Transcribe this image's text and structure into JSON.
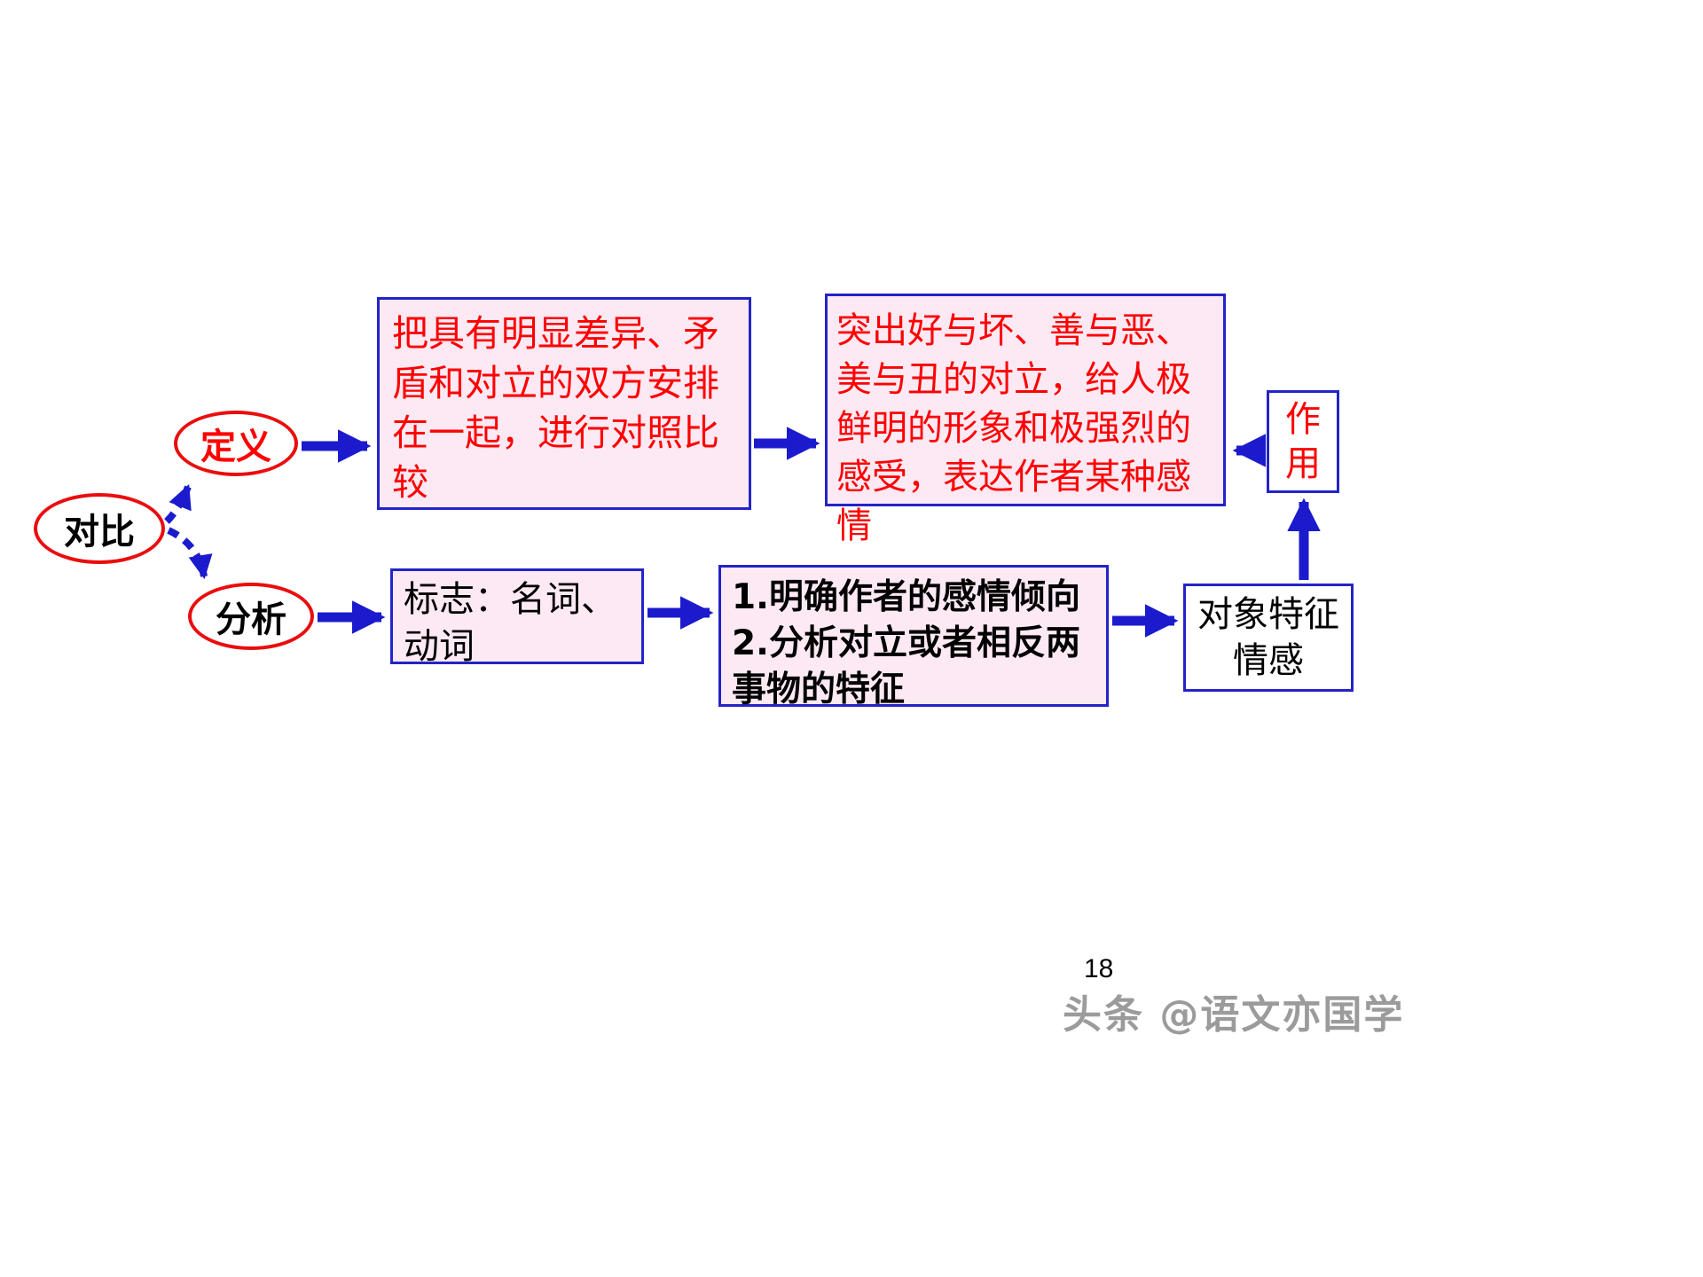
{
  "colors": {
    "box_fill": "#fce9f3",
    "box_border": "#2323c8",
    "arrow_blue": "#1b1bcd",
    "ellipse_border": "#ea0d0d",
    "red_text": "#fe0000",
    "black_text": "#000000",
    "watermark_gray": "#9b9b9b"
  },
  "nodes": {
    "root": {
      "label": "对比"
    },
    "definition": {
      "label": "定义"
    },
    "analysis": {
      "label": "分析"
    }
  },
  "boxes": {
    "definition_desc": {
      "text": "把具有明显差异、矛盾和对立的双方安排在一起，进行对照比较"
    },
    "effect_desc": {
      "text": "突出好与坏、善与恶、美与丑的对立，给人极鲜明的形象和极强烈的感受，表达作者某种感情"
    },
    "function": {
      "label": "作\n用"
    },
    "marker": {
      "text": "标志：名词、动词"
    },
    "steps": {
      "items": [
        "1.明确作者的感情倾向",
        "2.分析对立或者相反两事物的特征"
      ]
    },
    "object_feature": {
      "label": "对象特征\n情感"
    }
  },
  "footer": {
    "page_number": "18",
    "watermark": "头条 @语文亦国学"
  }
}
